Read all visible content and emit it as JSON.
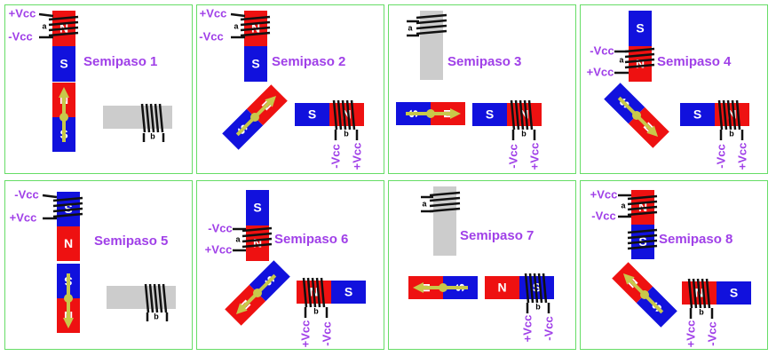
{
  "colors": {
    "north": "#ee1111",
    "south": "#1111dd",
    "core": "#cccccc",
    "label": "#a040e8",
    "arrow": "#c8c84a",
    "coil": "#111111",
    "border": "#66dd66"
  },
  "panels": [
    {
      "title": "Semipaso 1"
    },
    {
      "title": "Semipaso 2"
    },
    {
      "title": "Semipaso 3"
    },
    {
      "title": "Semipaso 4"
    },
    {
      "title": "Semipaso 5"
    },
    {
      "title": "Semipaso 6"
    },
    {
      "title": "Semipaso 7"
    },
    {
      "title": "Semipaso 8"
    }
  ],
  "terminals": {
    "positive": "+Vcc",
    "negative": "-Vcc"
  },
  "coil_labels": {
    "a": "a",
    "b": "b"
  },
  "poles": {
    "north": "N",
    "south": "S"
  }
}
